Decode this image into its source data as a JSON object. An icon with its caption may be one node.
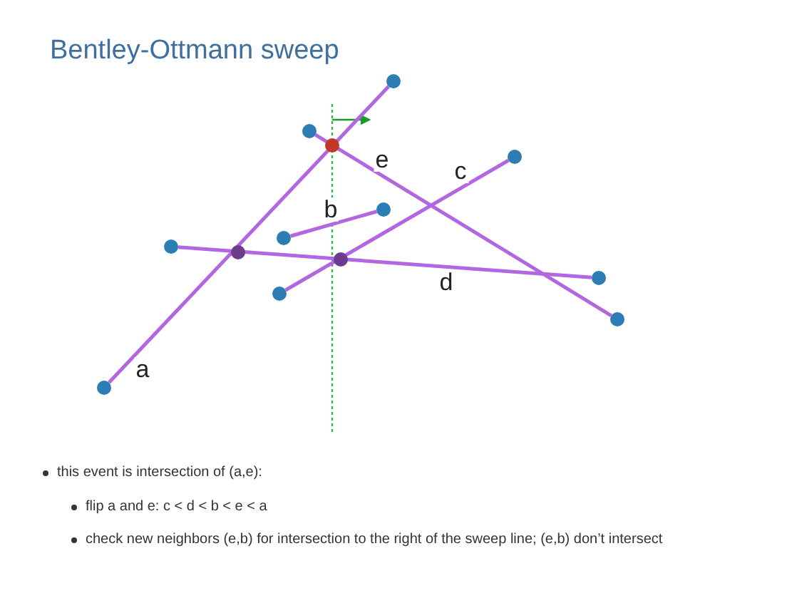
{
  "diagram": {
    "title": "Bentley-Ottmann sweep",
    "nodes": [
      {
        "text": [],
        "shape": "circle"
      },
      {
        "text": [],
        "shape": "circle"
      },
      {
        "text": [],
        "shape": "circle"
      },
      {
        "text": [],
        "shape": "circle"
      },
      {
        "text": [],
        "shape": "circle"
      },
      {
        "text": [],
        "shape": "circle"
      },
      {
        "text": [],
        "shape": "circle"
      },
      {
        "text": [],
        "shape": "circle"
      },
      {
        "text": [],
        "shape": "circle"
      },
      {
        "text": [],
        "shape": "circle"
      }
    ],
    "edges": [
      {
        "from": 0,
        "to": 6,
        "arrow": "none",
        "label": "a"
      },
      {
        "from": 3,
        "to": 5,
        "arrow": "none",
        "label": "b"
      },
      {
        "from": 2,
        "to": 7,
        "arrow": "none",
        "label": "c"
      },
      {
        "from": 1,
        "to": 8,
        "arrow": "none",
        "label": "d"
      },
      {
        "from": 4,
        "to": 9,
        "arrow": "none",
        "label": "e"
      }
    ],
    "labels": [
      "this event is intersection of (a,e):",
      "flip a and e: c < d < b < e < a",
      "check new neighbors (e,b) for intersection to the right of the sweep line; (e,b) don’t intersect"
    ]
  }
}
